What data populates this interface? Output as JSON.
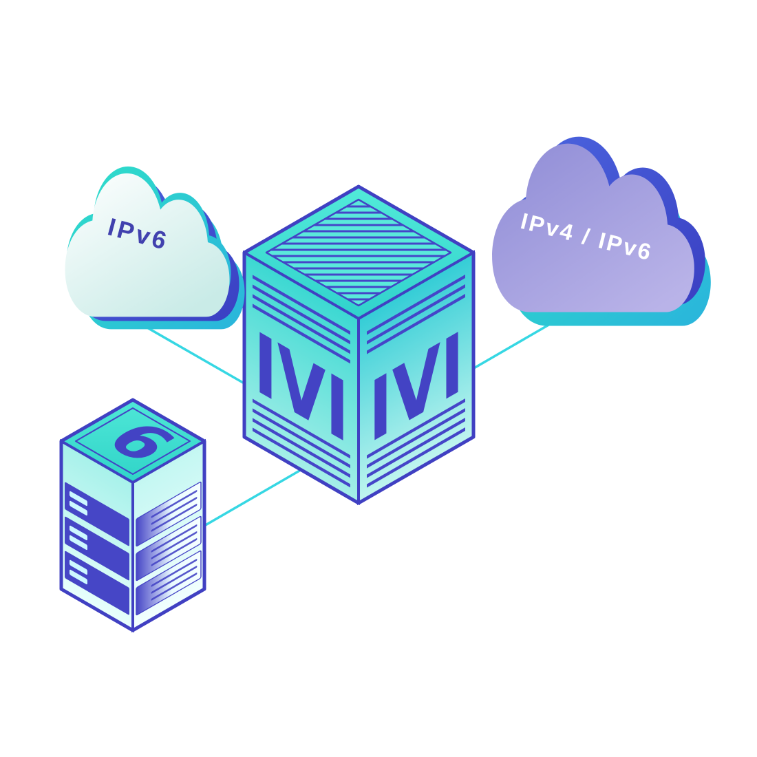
{
  "scene": {
    "background": "#ffffff",
    "left_cloud": {
      "label": "IPv6",
      "text_color": "#4141ae",
      "body_colors": [
        "#ffffff",
        "#c9ebe7"
      ],
      "accent_colors": [
        "#2fe0c8",
        "#4b66e0"
      ]
    },
    "right_cloud": {
      "label": "IPv4 / IPv6",
      "text_color": "#ffffff",
      "body_colors": [
        "#8f8cd6",
        "#b9b3e8"
      ],
      "accent_colors": [
        "#2fe0c8",
        "#4b66e0"
      ]
    },
    "gateway_cube": {
      "left_face_label": "IVI",
      "right_face_label": "IVI",
      "face_color": "#3cd8d2",
      "edge_color": "#4040c2",
      "stripe_color": "#4545c8"
    },
    "server_tower": {
      "label": "6",
      "unit_count": 3,
      "edge_color": "#4040c2"
    },
    "connections": {
      "color": "#36d7e3",
      "count": 3
    }
  }
}
